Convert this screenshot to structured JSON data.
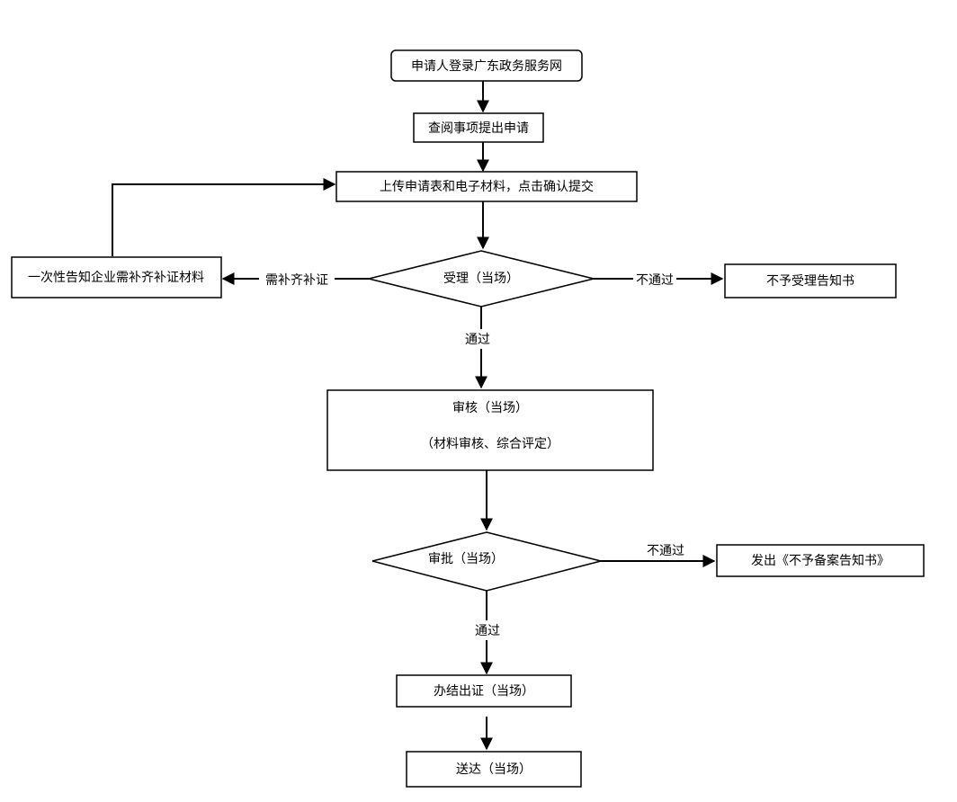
{
  "nodes": {
    "login": "申请人登录广东政务服务网",
    "apply": "查阅事项提出申请",
    "upload": "上传申请表和电子材料，点击确认提交",
    "accept": "受理（当场）",
    "supplement": "一次性告知企业需补齐补证材料",
    "reject_accept": "不予受理告知书",
    "review_title": "审核（当场）",
    "review_detail": "（材料审核、综合评定）",
    "approve": "审批（当场）",
    "reject_record": "发出《不予备案告知书》",
    "issue": "办结出证（当场）",
    "deliver": "送达（当场）"
  },
  "edges": {
    "need_supplement": "需补齐补证",
    "not_pass_1": "不通过",
    "pass_1": "通过",
    "not_pass_2": "不通过",
    "pass_2": "通过"
  }
}
